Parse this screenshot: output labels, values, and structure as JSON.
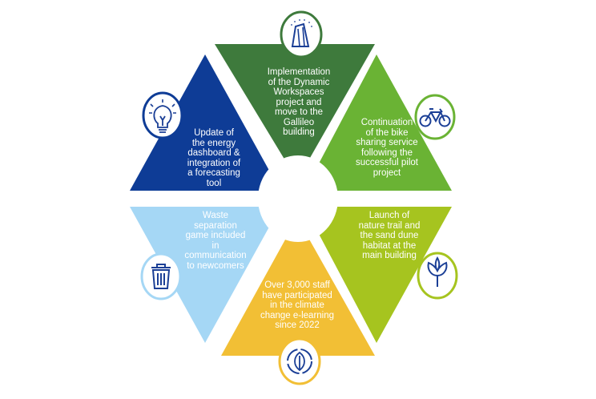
{
  "segments": [
    {
      "id": "top",
      "text": "Implementation\nof the Dynamic\nWorkspaces\nproject and\nmove to the\nGallileo\nbuilding",
      "color": "#3e7a3c",
      "icon": "building-icon"
    },
    {
      "id": "upper-right",
      "text": "Continuation\nof the bike\nsharing service\nfollowing the\nsuccessful pilot\nproject",
      "color": "#6ab334",
      "icon": "bicycle-icon"
    },
    {
      "id": "lower-right",
      "text": "Launch of\nnature trail and\nthe sand dune\nhabitat at the\nmain building",
      "color": "#a6c41f",
      "icon": "flower-icon"
    },
    {
      "id": "bottom",
      "text": "Over 3,000 staff\nhave participated\nin the climate\nchange e-learning\nsince 2022",
      "color": "#f2bf35",
      "icon": "leaf-cycle-icon"
    },
    {
      "id": "lower-left",
      "text": "Waste\nseparation\ngame included\nin\ncommunication\nto newcomers",
      "color": "#a5d7f5",
      "icon": "trash-bin-icon"
    },
    {
      "id": "upper-left",
      "text": "Update of\nthe energy\ndashboard &\nintegration of\na forecasting\ntool",
      "color": "#0e3c96",
      "icon": "lightbulb-icon"
    }
  ],
  "icon_color": "#1b3f96"
}
